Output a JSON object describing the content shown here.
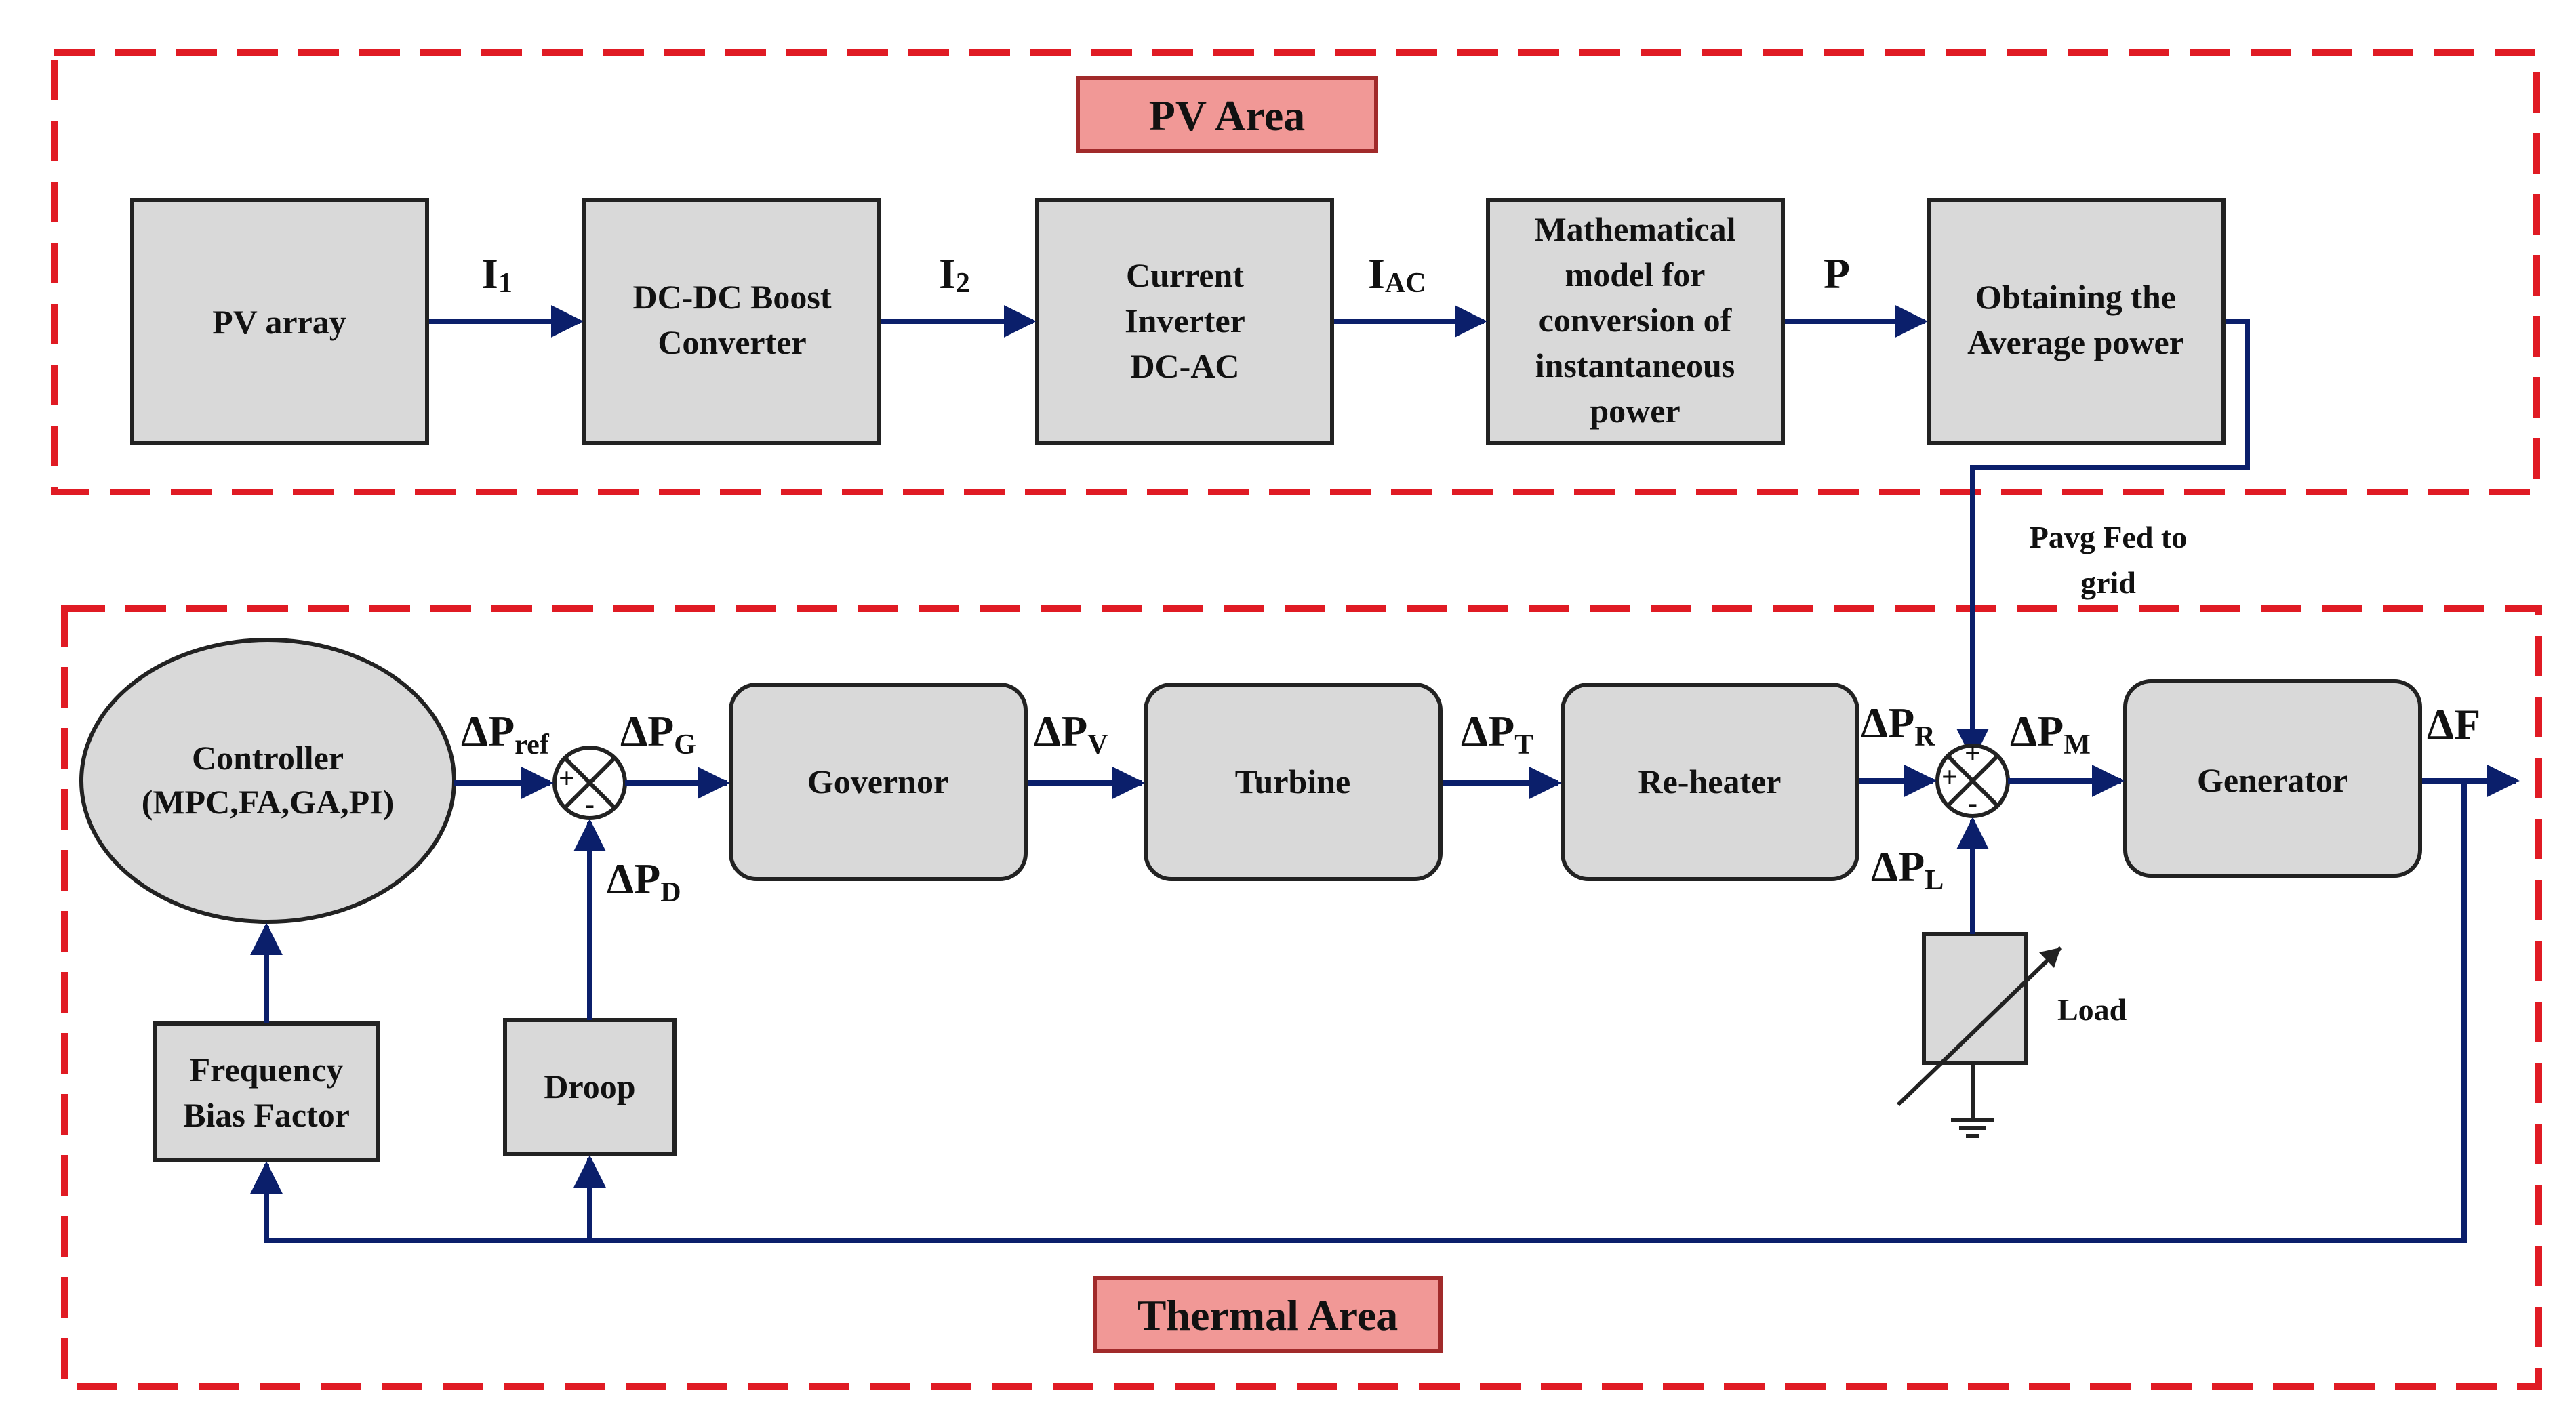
{
  "pv_area": {
    "title": "PV Area",
    "blocks": {
      "pv_array": [
        "PV array"
      ],
      "boost": [
        "DC-DC Boost",
        "Converter"
      ],
      "inverter": [
        "Current",
        "Inverter",
        "DC-AC"
      ],
      "math_model": [
        "Mathematical",
        "model for",
        "conversion of",
        "instantaneous",
        "power"
      ],
      "average": [
        "Obtaining the",
        "Average power"
      ]
    },
    "signals": {
      "i1": {
        "main": "I",
        "sub": "1"
      },
      "i2": {
        "main": "I",
        "sub": "2"
      },
      "iac": {
        "main": "I",
        "sub": "AC"
      },
      "p": {
        "main": "P",
        "sub": ""
      }
    },
    "feed_label": [
      "Pavg Fed to",
      "grid"
    ]
  },
  "thermal_area": {
    "title": "Thermal Area",
    "controller": [
      "Controller",
      "(MPC,FA,GA,PI)"
    ],
    "blocks": {
      "governor": "Governor",
      "turbine": "Turbine",
      "reheater": "Re-heater",
      "generator": "Generator",
      "droop": "Droop",
      "freq_bias": [
        "Frequency",
        "Bias Factor"
      ],
      "load": "Load"
    },
    "signals": {
      "dp_ref": {
        "main": "ΔP",
        "sub": "ref"
      },
      "dp_g": {
        "main": "ΔP",
        "sub": "G"
      },
      "dp_d": {
        "main": "ΔP",
        "sub": "D"
      },
      "dp_v": {
        "main": "ΔP",
        "sub": "V"
      },
      "dp_t": {
        "main": "ΔP",
        "sub": "T"
      },
      "dp_r": {
        "main": "ΔP",
        "sub": "R"
      },
      "dp_m": {
        "main": "ΔP",
        "sub": "M"
      },
      "dp_l": {
        "main": "ΔP",
        "sub": "L"
      },
      "df": {
        "main": "ΔF",
        "sub": ""
      }
    },
    "summing_signs": {
      "plus": "+",
      "minus": "-"
    }
  },
  "colors": {
    "dashed_border": "#e01b24",
    "arrow": "#0b1f6b",
    "block_fill": "#d9d9d9",
    "title_fill": "#f19896",
    "title_border": "#a12a2a"
  }
}
